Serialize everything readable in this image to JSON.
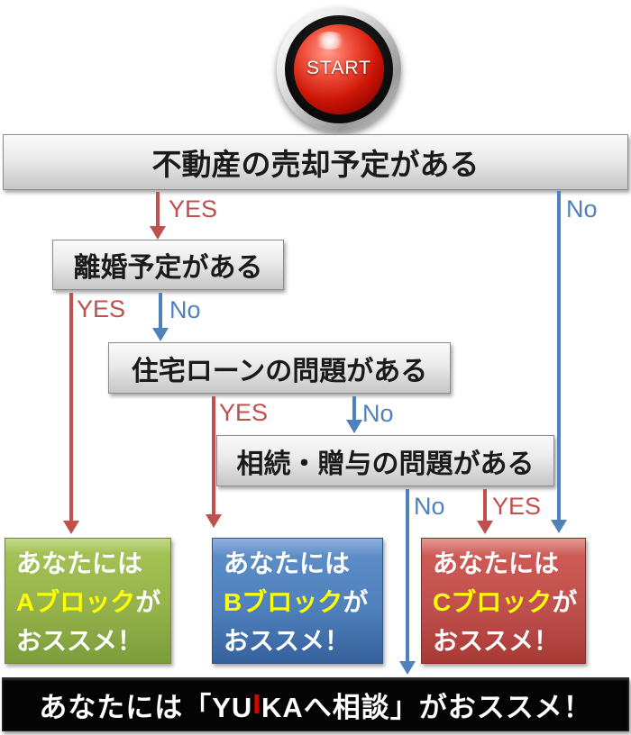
{
  "start": {
    "label": "START"
  },
  "questions": {
    "q1": "不動産の売却予定がある",
    "q2": "離婚予定がある",
    "q3": "住宅ローンの問題がある",
    "q4": "相続・贈与の問題がある"
  },
  "labels": {
    "yes": "YES",
    "no": "No"
  },
  "results": {
    "a": {
      "line1": "あなたには",
      "highlight": "Aブロック",
      "suffix": "が",
      "line3": "おススメ！"
    },
    "b": {
      "line1": "あなたには",
      "highlight": "Bブロック",
      "suffix": "が",
      "line3": "おススメ！"
    },
    "c": {
      "line1": "あなたには",
      "highlight": "Cブロック",
      "suffix": "が",
      "line3": "おススメ！"
    }
  },
  "footer": {
    "pre": "あなたには「YU",
    "accent": "I",
    "post": "KAへ相談」がおススメ！"
  },
  "colors": {
    "yes_red": "#C0504D",
    "no_blue": "#4F81BD",
    "highlight_yellow": "#FFFF00",
    "block_a_green": "#9BBB59",
    "block_b_blue": "#4F81BD",
    "block_c_red": "#C0504D",
    "footer_accent_red": "#E00000",
    "button_red": "#CC1507"
  }
}
